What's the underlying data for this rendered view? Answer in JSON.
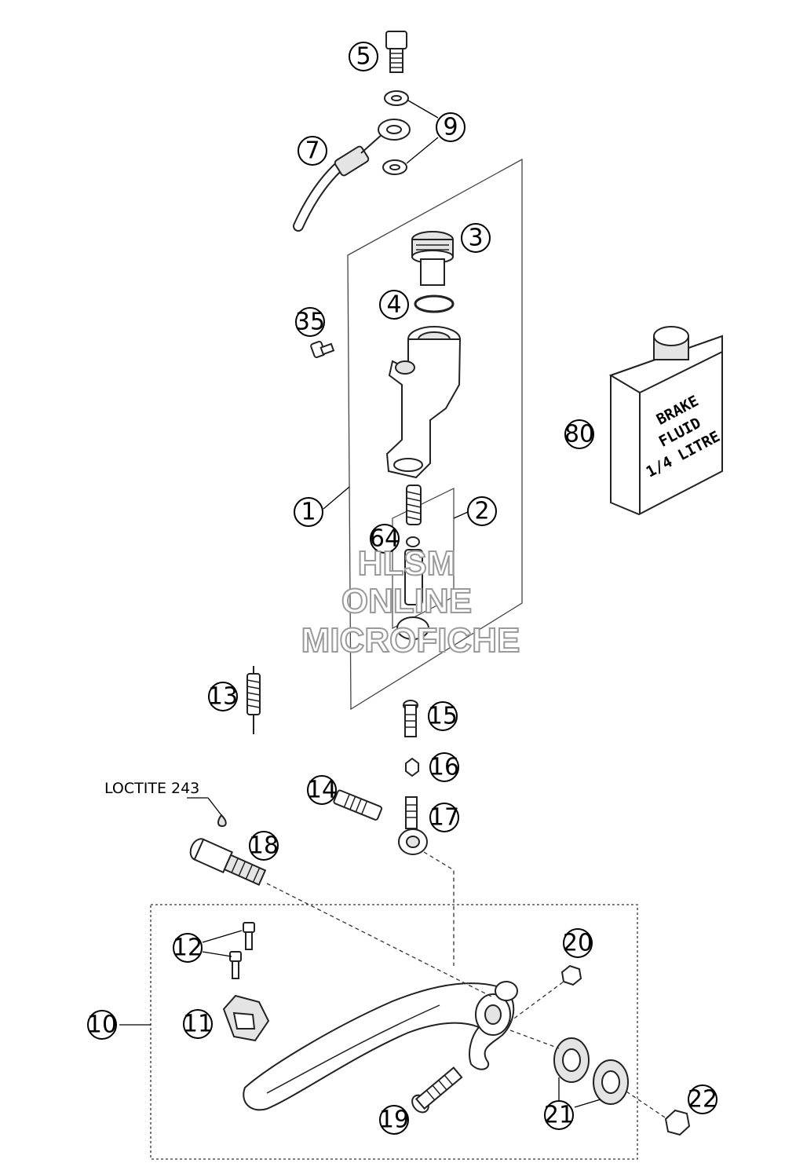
{
  "callouts": {
    "c1": "1",
    "c2": "2",
    "c3": "3",
    "c4": "4",
    "c5": "5",
    "c7": "7",
    "c9": "9",
    "c10": "10",
    "c11": "11",
    "c12": "12",
    "c13": "13",
    "c14": "14",
    "c15": "15",
    "c16": "16",
    "c17": "17",
    "c18": "18",
    "c19": "19",
    "c20": "20",
    "c21": "21",
    "c22": "22",
    "c35": "35",
    "c64": "64",
    "c80": "80"
  },
  "note": {
    "loctite": "LOCTITE 243"
  },
  "can_label": {
    "line1": "BRAKE",
    "line2": "FLUID",
    "line3": "1/4 LITRE"
  },
  "watermark": {
    "line1": "HLSM",
    "line2": "ONLINE",
    "line3": "MICROFICHE"
  }
}
